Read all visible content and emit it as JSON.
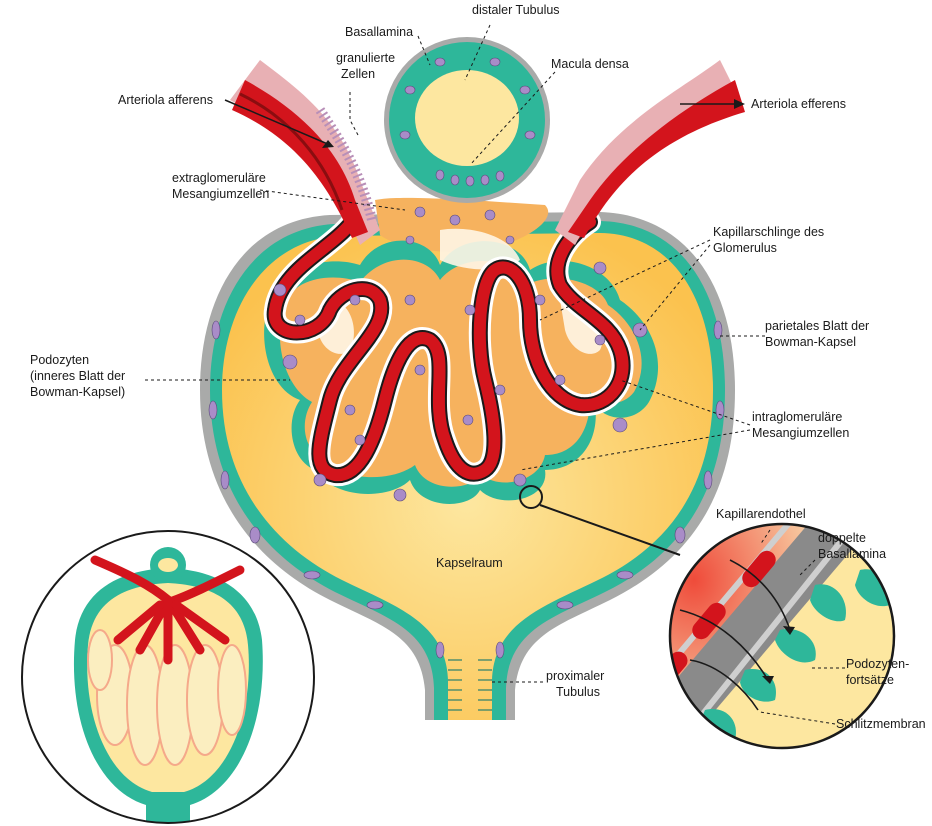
{
  "labels": {
    "distal_tubule": "distaler Tubulus",
    "basal_lamina": "Basallamina",
    "granulated_cells_1": "granulierte",
    "granulated_cells_2": "Zellen",
    "afferent": "Arteriola afferens",
    "efferent": "Arteriola efferens",
    "macula_densa": "Macula densa",
    "extraglomerular_1": "extraglomeruläre",
    "extraglomerular_2": "Mesangiumzellen",
    "capillary_loop_1": "Kapillarschlinge des",
    "capillary_loop_2": "Glomerulus",
    "parietal_1": "parietales Blatt der",
    "parietal_2": "Bowman-Kapsel",
    "podocytes_1": "Podozyten",
    "podocytes_2": "(inneres Blatt der",
    "podocytes_3": "Bowman-Kapsel)",
    "intraglomerular_1": "intraglomeruläre",
    "intraglomerular_2": "Mesangiumzellen",
    "capsular_space": "Kapselraum",
    "capillary_endothelium": "Kapillarendothel",
    "double_basal_1": "doppelte",
    "double_basal_2": "Basallamina",
    "podocyte_processes_1": "Podozyten-",
    "podocyte_processes_2": "fortsätze",
    "slit_membrane": "Schlitzmembran",
    "proximal_1": "proximaler",
    "proximal_2": "Tubulus"
  },
  "colors": {
    "capsule_fill": "#fdd36a",
    "podocyte_green": "#2eb79a",
    "capsule_gray": "#a9aaa9",
    "vessel_red": "#d3141c",
    "vessel_dark": "#8a0d10",
    "mesangium_orange": "#f6b25e",
    "nucleus_purple": "#a98cc8",
    "muscle_pink": "#e8b0b4"
  }
}
